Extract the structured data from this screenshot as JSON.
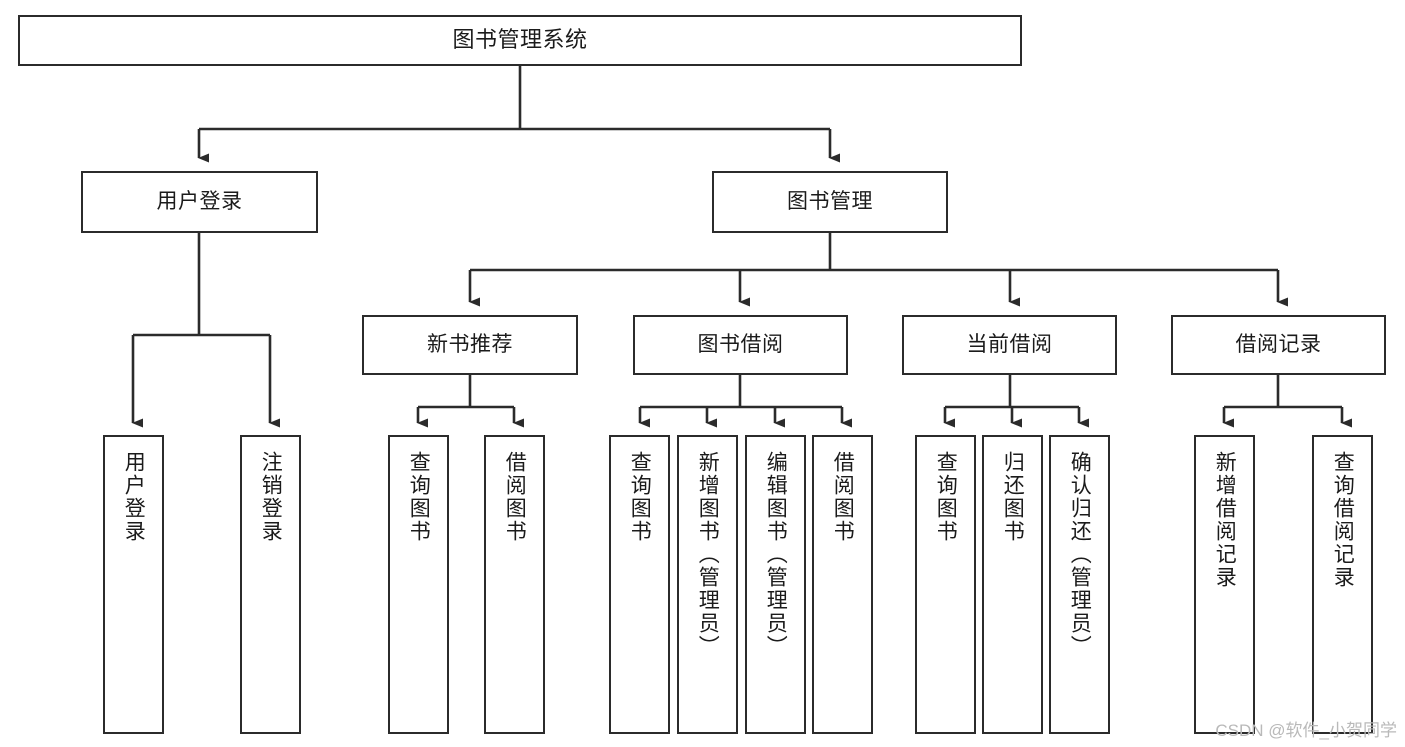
{
  "diagram": {
    "title": "图书管理系统",
    "type": "functional-structure-tree",
    "watermark": "CSDN @软件_小贺同学",
    "colors": {
      "background": "#ffffff",
      "border": "#2b2b2b",
      "text": "#1b1b1b",
      "watermark": "#b9b9b9"
    },
    "root": {
      "id": "root",
      "label": "图书管理系统"
    },
    "level2": [
      {
        "id": "user-login",
        "label": "用户登录"
      },
      {
        "id": "book-manage",
        "label": "图书管理"
      }
    ],
    "level3": [
      {
        "id": "new-book-recommend",
        "label": "新书推荐"
      },
      {
        "id": "book-borrow",
        "label": "图书借阅"
      },
      {
        "id": "current-borrow",
        "label": "当前借阅"
      },
      {
        "id": "borrow-record",
        "label": "借阅记录"
      }
    ],
    "leaves": {
      "user-login": [
        {
          "id": "leaf-user-login",
          "label": "用户登录"
        },
        {
          "id": "leaf-logout",
          "label": "注销登录"
        }
      ],
      "new-book-recommend": [
        {
          "id": "leaf-query-book-1",
          "label": "查询图书"
        },
        {
          "id": "leaf-borrow-book-1",
          "label": "借阅图书"
        }
      ],
      "book-borrow": [
        {
          "id": "leaf-query-book-2",
          "label": "查询图书"
        },
        {
          "id": "leaf-add-book",
          "label": "新增图书（管理员）"
        },
        {
          "id": "leaf-edit-book",
          "label": "编辑图书（管理员）"
        },
        {
          "id": "leaf-borrow-book-2",
          "label": "借阅图书"
        }
      ],
      "current-borrow": [
        {
          "id": "leaf-query-book-3",
          "label": "查询图书"
        },
        {
          "id": "leaf-return-book",
          "label": "归还图书"
        },
        {
          "id": "leaf-confirm-return",
          "label": "确认归还（管理员）"
        }
      ],
      "borrow-record": [
        {
          "id": "leaf-add-record",
          "label": "新增借阅记录"
        },
        {
          "id": "leaf-query-record",
          "label": "查询借阅记录"
        }
      ]
    }
  }
}
